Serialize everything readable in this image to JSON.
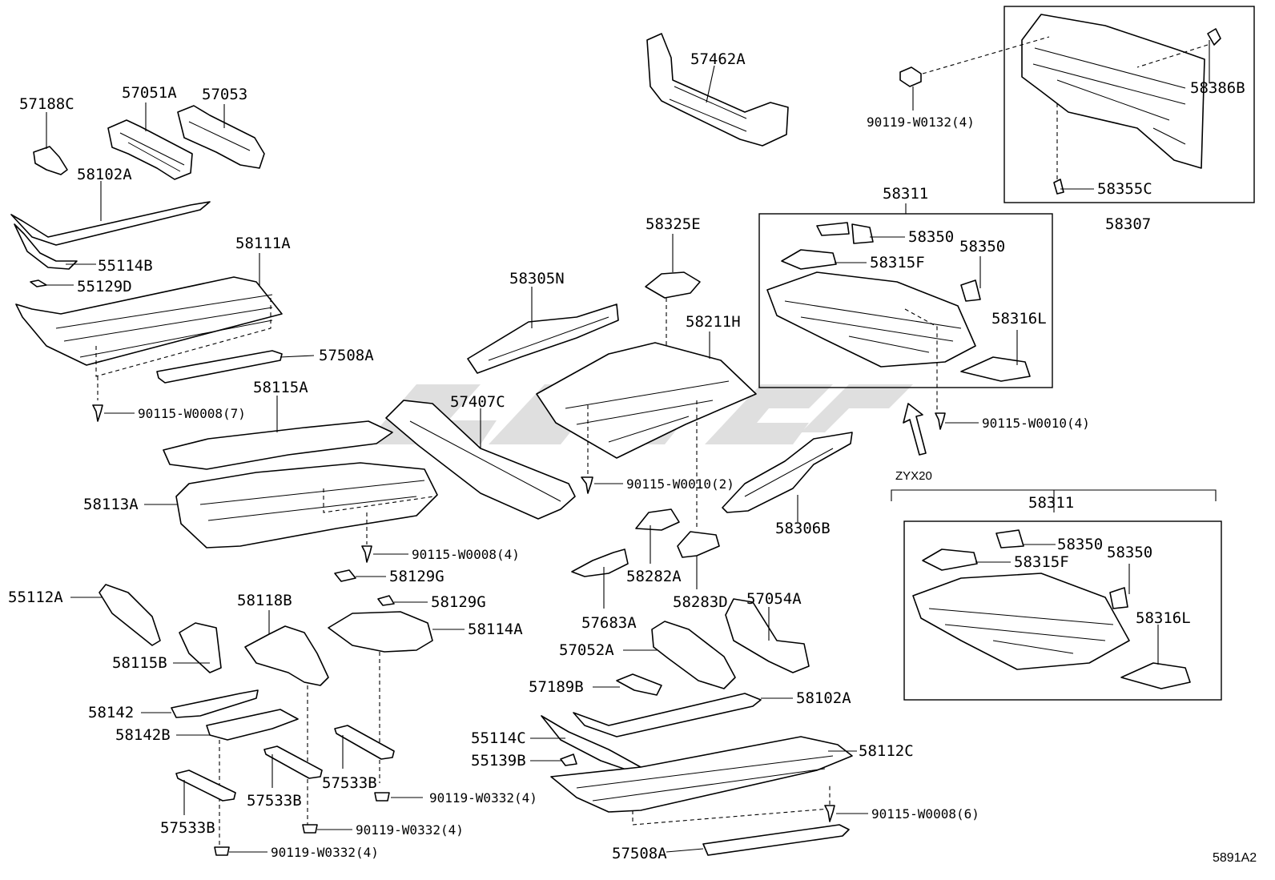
{
  "diagram_code": "5891A2",
  "variant_label": "ZYX20",
  "labels": {
    "p57188C": "57188C",
    "p57051A": "57051A",
    "p57053": "57053",
    "p57462A": "57462A",
    "p90119_W0132_4": "90119-W0132(4)",
    "p58386B": "58386B",
    "p58355C": "58355C",
    "p58307": "58307",
    "p58102A_top": "58102A",
    "p55114B": "55114B",
    "p55129D": "55129D",
    "p58111A": "58111A",
    "p57508A_top": "57508A",
    "p90115_W0008_7": "90115-W0008(7)",
    "p58311_top": "58311",
    "p58350_a": "58350",
    "p58350_b": "58350",
    "p58315F_top": "58315F",
    "p58316L_top": "58316L",
    "p90115_W0010_4": "90115-W0010(4)",
    "p58325E": "58325E",
    "p58305N": "58305N",
    "p58211H": "58211H",
    "p58115A": "58115A",
    "p57407C": "57407C",
    "p58113A": "58113A",
    "p90115_W0010_2": "90115-W0010(2)",
    "p58306B": "58306B",
    "p58311_bot": "58311",
    "p58350_c": "58350",
    "p58350_d": "58350",
    "p58315F_bot": "58315F",
    "p58316L_bot": "58316L",
    "p90115_W0008_4": "90115-W0008(4)",
    "p58129G_a": "58129G",
    "p58129G_b": "58129G",
    "p55112A": "55112A",
    "p58118B": "58118B",
    "p58114A": "58114A",
    "p58115B": "58115B",
    "p58282A": "58282A",
    "p57683A": "57683A",
    "p58283D": "58283D",
    "p57054A": "57054A",
    "p57052A": "57052A",
    "p57189B": "57189B",
    "p58102A_bot": "58102A",
    "p58142": "58142",
    "p58142B": "58142B",
    "p55114C": "55114C",
    "p55139B": "55139B",
    "p58112C": "58112C",
    "p57533B_a": "57533B",
    "p57533B_b": "57533B",
    "p57533B_c": "57533B",
    "p90119_W0332_a": "90119-W0332(4)",
    "p90119_W0332_b": "90119-W0332(4)",
    "p90119_W0332_c": "90119-W0332(4)",
    "p90115_W0008_6": "90115-W0008(6)",
    "p57508A_bot": "57508A"
  }
}
